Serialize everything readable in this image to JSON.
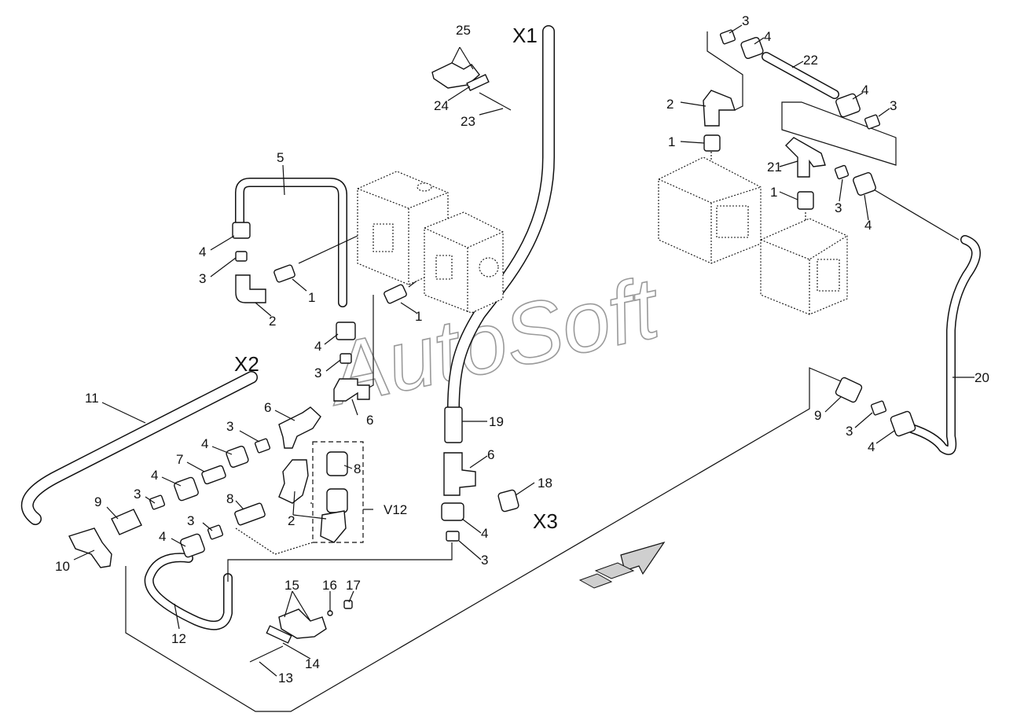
{
  "watermark": "AutoSoft",
  "connectors": [
    "X1",
    "X2",
    "X3"
  ],
  "group_label": "V12",
  "callouts": [
    "1",
    "2",
    "3",
    "4",
    "5",
    "6",
    "7",
    "8",
    "9",
    "10",
    "11",
    "12",
    "13",
    "14",
    "15",
    "16",
    "17",
    "18",
    "19",
    "20",
    "21",
    "22",
    "23",
    "24",
    "25"
  ],
  "colors": {
    "line": "#111111",
    "watermark": "#9a9a9a",
    "background": "#ffffff",
    "arrow_fill": "#cfcfcf"
  },
  "icons": [
    "direction-arrow-icon",
    "valve-block-icon",
    "fitting-icon"
  ]
}
